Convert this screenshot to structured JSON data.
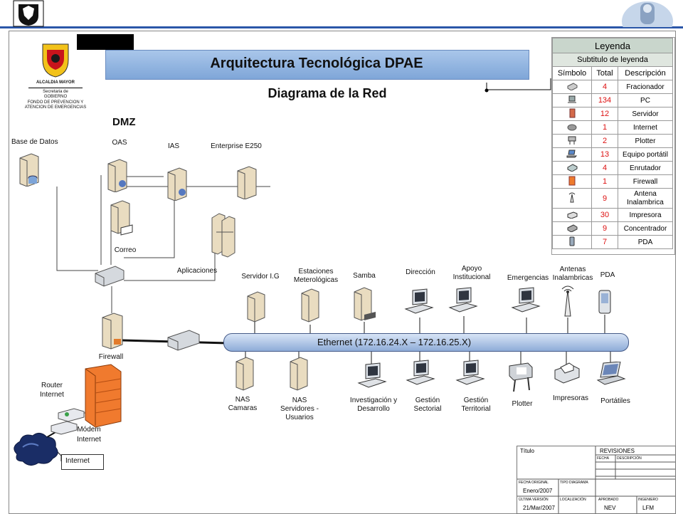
{
  "header": {
    "logo": "bogota-crest",
    "corner_icon": "corner-emblem"
  },
  "page": {
    "title": "Arquitectura Tecnológica DPAE",
    "subtitle": "Diagrama de la Red",
    "org_lines": [
      "ALCALDIA MAYOR",
      "Secretaria de",
      "GOBIERNO",
      "FONDO DE PREVENCION Y",
      "ATENCION DE EMERGENCIAS"
    ]
  },
  "zones": {
    "dmz": "DMZ"
  },
  "nodes": {
    "base_datos": "Base de Datos",
    "oas": "OAS",
    "ias": "IAS",
    "enterprise": "Enterprise E250",
    "correo": "Correo",
    "aplicaciones": "Aplicaciones",
    "firewall": "Firewall",
    "router": [
      "Router",
      "Internet"
    ],
    "modem": [
      "Módem",
      "Internet"
    ],
    "internet": "Internet",
    "servidor_ig": "Servidor I.G",
    "estaciones": [
      "Estaciones",
      "Meterológicas"
    ],
    "samba": "Samba",
    "direccion": "Dirección",
    "apoyo": [
      "Apoyo",
      "Institucional"
    ],
    "emergencias": "Emergencias",
    "antenas": [
      "Antenas",
      "Inalambricas"
    ],
    "pda": "PDA",
    "nas_camaras": [
      "NAS",
      "Camaras"
    ],
    "nas_servidores": [
      "NAS",
      "Servidores -",
      "Usuarios"
    ],
    "investigacion": [
      "Investigación y",
      "Desarrollo"
    ],
    "gestion_sectorial": [
      "Gestión",
      "Sectorial"
    ],
    "gestion_territorial": [
      "Gestión",
      "Territorial"
    ],
    "plotter": "Plotter",
    "impresoras": "Impresoras",
    "portatiles": "Portátiles"
  },
  "ethernet": {
    "label": "Ethernet (172.16.24.X – 172.16.25.X)"
  },
  "legend": {
    "title": "Leyenda",
    "subtitle": "Subtitulo de leyenda",
    "headers": [
      "Símbolo",
      "Total",
      "Descripción"
    ],
    "rows": [
      {
        "total": "4",
        "desc": "Fracionador",
        "icon": "fractionator-icon"
      },
      {
        "total": "134",
        "desc": "PC",
        "icon": "pc-icon"
      },
      {
        "total": "12",
        "desc": "Servidor",
        "icon": "server-icon"
      },
      {
        "total": "1",
        "desc": "Internet",
        "icon": "cloud-icon"
      },
      {
        "total": "2",
        "desc": "Plotter",
        "icon": "plotter-icon"
      },
      {
        "total": "13",
        "desc": "Equipo portátil",
        "icon": "laptop-icon"
      },
      {
        "total": "4",
        "desc": "Enrutador",
        "icon": "router-icon"
      },
      {
        "total": "1",
        "desc": "Firewall",
        "icon": "firewall-icon"
      },
      {
        "total": "9",
        "desc": "Antena Inalambrica",
        "icon": "antenna-icon"
      },
      {
        "total": "30",
        "desc": "Impresora",
        "icon": "printer-icon"
      },
      {
        "total": "9",
        "desc": "Concentrador",
        "icon": "hub-icon"
      },
      {
        "total": "7",
        "desc": "PDA",
        "icon": "pda-icon"
      }
    ]
  },
  "title_block": {
    "titulo": "Título",
    "revisiones": "REVISIONES",
    "fecha": "FECHA",
    "descripcion": "DESCRIPCIÓN",
    "fecha_original": "FECHA ORIGINAL",
    "fecha_original_val": "Enero/2007",
    "tipo_diagrama": "TIPO DIAGRAMA",
    "ultima_version": "ÚLTIMA VERSIÓN",
    "ultima_version_val": "21/Mar/2007",
    "localizacion": "LOCALIZACIÓN",
    "aprobado": "APROBADO",
    "aprobado_val": "NEV",
    "ingeniero": "INGENIERO",
    "ingeniero_val": "LFM"
  }
}
